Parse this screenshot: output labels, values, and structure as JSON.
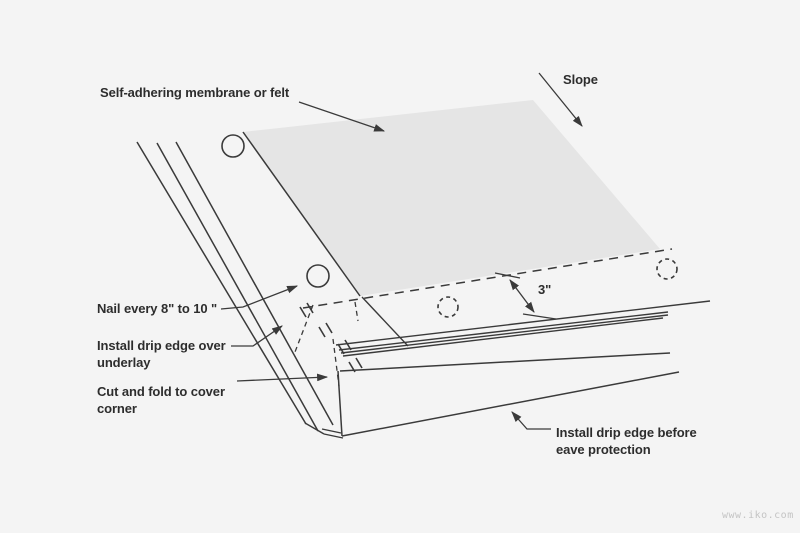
{
  "diagram": {
    "labels": {
      "membrane": "Self-adhering membrane or felt",
      "slope": "Slope",
      "nail_spacing": "Nail every 8\" to 10 \"",
      "drip_edge_over_underlay": "Install drip edge over\nunderlay",
      "cut_and_fold": "Cut and fold to cover\ncorner",
      "drip_edge_before_eave": "Install drip edge before\neave protection",
      "dimension_offset": "3\""
    },
    "watermark": "www.iko.com",
    "colors": {
      "background": "#f4f4f4",
      "line": "#3a3a3a",
      "membrane_fill": "#e5e5e5",
      "text": "#2d2d2d",
      "watermark": "#c4c4c4"
    }
  }
}
